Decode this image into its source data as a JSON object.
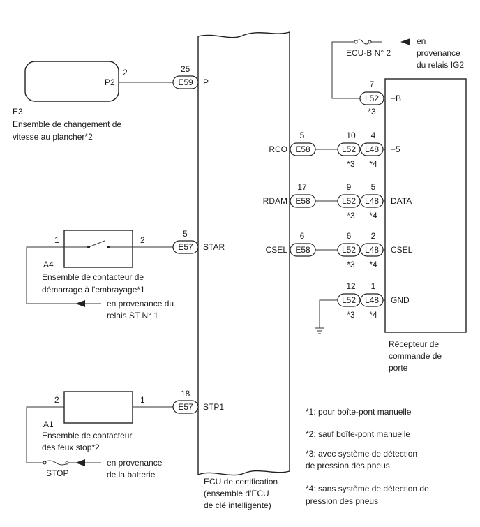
{
  "ecu": {
    "caption": [
      "ECU de certification",
      "(ensemble d'ECU",
      "de clé intelligente)"
    ],
    "pins": {
      "p": {
        "num": "25",
        "conn": "E59",
        "name": "P"
      },
      "star": {
        "num": "5",
        "conn": "E57",
        "name": "STAR"
      },
      "stp1": {
        "num": "18",
        "conn": "E57",
        "name": "STP1"
      },
      "rco": {
        "num": "5",
        "conn": "E58",
        "name": "RCO"
      },
      "rdam": {
        "num": "17",
        "conn": "E58",
        "name": "RDAM"
      },
      "csel": {
        "num": "6",
        "conn": "E58",
        "name": "CSEL"
      }
    }
  },
  "shift": {
    "pin_label": "P2",
    "pin_num": "2",
    "code": "E3",
    "name": [
      "Ensemble de changement de",
      "vitesse au plancher*2"
    ]
  },
  "clutch": {
    "pin1": "1",
    "pin2": "2",
    "code": "A4",
    "name": [
      "Ensemble de contacteur de",
      "démarrage à l'embrayage*1"
    ],
    "source": [
      "en provenance du",
      "relais ST N° 1"
    ]
  },
  "stop": {
    "pin1": "2",
    "pin2": "1",
    "code": "A1",
    "name": [
      "Ensemble de contacteur",
      "des feux stop*2"
    ],
    "fuse": "STOP",
    "source": [
      "en provenance",
      "de la batterie"
    ]
  },
  "receiver": {
    "name": [
      "Récepteur de",
      "commande de",
      "porte"
    ],
    "fuse": "ECU-B N° 2",
    "source": [
      "en",
      "provenance",
      "du relais IG2"
    ],
    "rows": {
      "b": {
        "l52_num": "7",
        "l52": "L52",
        "note52": "*3",
        "name": "+B"
      },
      "p5": {
        "l52_num": "10",
        "l52": "L52",
        "note52": "*3",
        "l48_num": "4",
        "l48": "L48",
        "note48": "*4",
        "name": "+5"
      },
      "data": {
        "l52_num": "9",
        "l52": "L52",
        "note52": "*3",
        "l48_num": "5",
        "l48": "L48",
        "note48": "*4",
        "name": "DATA"
      },
      "csel": {
        "l52_num": "6",
        "l52": "L52",
        "note52": "*3",
        "l48_num": "2",
        "l48": "L48",
        "note48": "*4",
        "name": "CSEL"
      },
      "gnd": {
        "l52_num": "12",
        "l52": "L52",
        "note52": "*3",
        "l48_num": "1",
        "l48": "L48",
        "note48": "*4",
        "name": "GND"
      }
    }
  },
  "notes": {
    "n1": "*1: pour boîte-pont manuelle",
    "n2": "*2: sauf boîte-pont manuelle",
    "n3": [
      "*3: avec système de détection",
      "de pression des pneus"
    ],
    "n4": [
      "*4: sans système de détection de",
      "pression des pneus"
    ]
  }
}
